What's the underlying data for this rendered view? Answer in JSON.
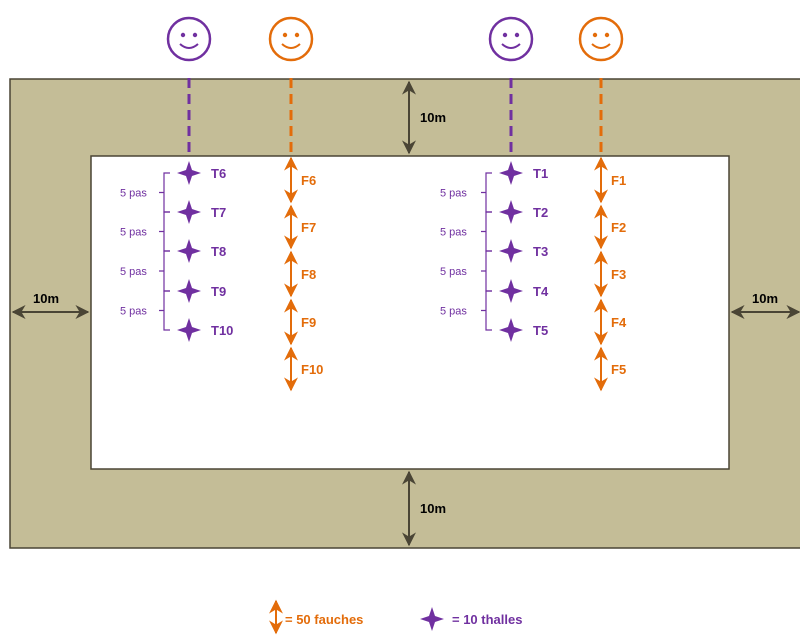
{
  "margins": {
    "top": "10m",
    "bottom": "10m",
    "left": "10m",
    "right": "10m"
  },
  "left_group": {
    "thalles": [
      "T6",
      "T7",
      "T8",
      "T9",
      "T10"
    ],
    "fauches": [
      "F6",
      "F7",
      "F8",
      "F9",
      "F10"
    ],
    "spacings": [
      "5 pas",
      "5 pas",
      "5 pas",
      "5 pas"
    ]
  },
  "right_group": {
    "thalles": [
      "T1",
      "T2",
      "T3",
      "T4",
      "T5"
    ],
    "fauches": [
      "F1",
      "F2",
      "F3",
      "F4",
      "F5"
    ],
    "spacings": [
      "5 pas",
      "5 pas",
      "5 pas",
      "5 pas"
    ]
  },
  "legend": {
    "fauches": "= 50 fauches",
    "thalles": "= 10 thalles"
  },
  "colors": {
    "purple": "#7030a0",
    "orange": "#e36c0a",
    "border": "#c4bd97",
    "arrow": "#4a4535"
  },
  "icons": [
    "smiley-icon",
    "four-point-star-icon",
    "double-arrow-icon"
  ]
}
